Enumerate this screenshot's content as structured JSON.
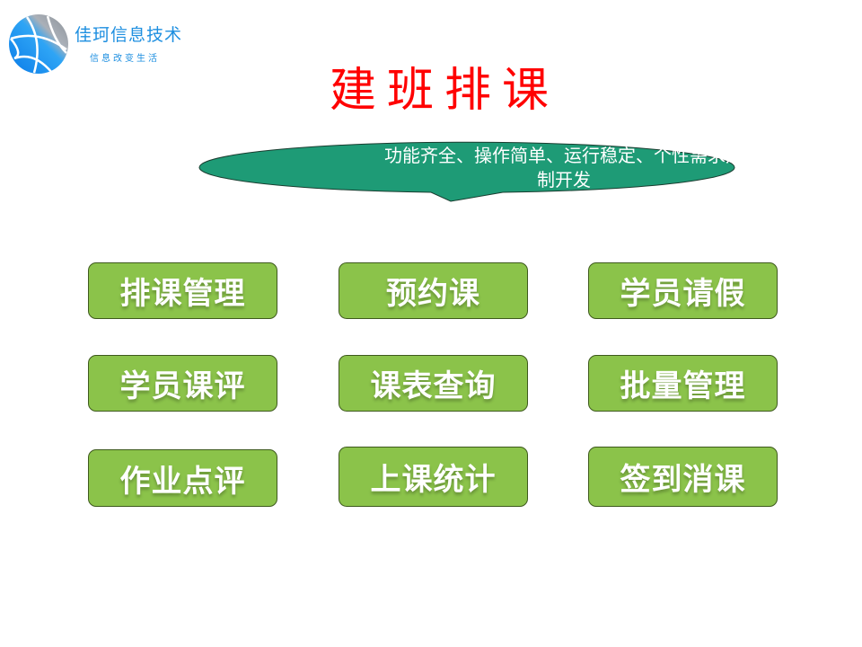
{
  "brand": {
    "name": "佳珂信息技术",
    "slogan": "信息改变生活"
  },
  "title": "建班排课",
  "callout": {
    "text": "功能齐全、操作简单、运行稳定、个性需求定制开发",
    "color": "#1e9b76"
  },
  "colors": {
    "button": "#8bc34a",
    "title": "#ff0000"
  },
  "features": [
    "排课管理",
    "预约课",
    "学员请假",
    "学员课评",
    "课表查询",
    "批量管理",
    "作业点评",
    "上课统计",
    "签到消课"
  ]
}
